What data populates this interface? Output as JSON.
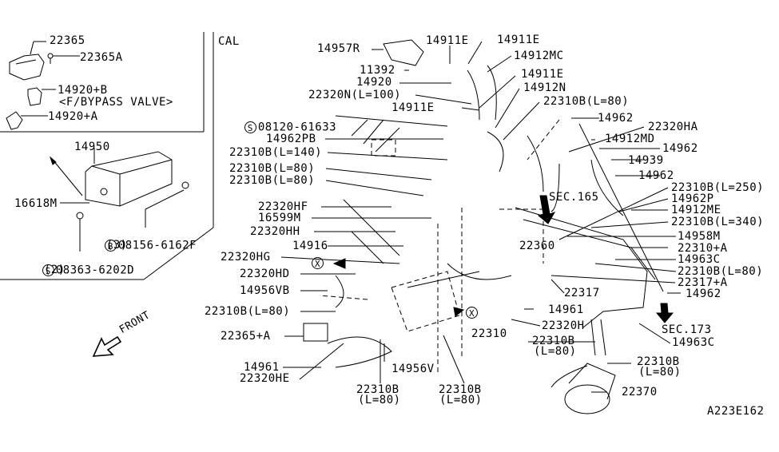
{
  "diagram": {
    "type": "exploded-parts-diagram",
    "subject": "Evaporative emission / vacuum hose piping",
    "variant_label": "CAL",
    "figure_code": "A223E162",
    "direction_label": "FRONT",
    "inset": {
      "parts": [
        {
          "id": "p-22365",
          "number": "22365"
        },
        {
          "id": "p-22365A",
          "number": "22365A"
        },
        {
          "id": "p-14920B",
          "number": "14920+B"
        },
        {
          "id": "p-14920B-note",
          "number": "<F/BYPASS VALVE>"
        },
        {
          "id": "p-14920A",
          "number": "14920+A"
        },
        {
          "id": "p-14950",
          "number": "14950"
        },
        {
          "id": "p-16618M",
          "number": "16618M"
        },
        {
          "id": "p-08156",
          "number": "08156-6162F",
          "symbol": "B",
          "qty": "(3)"
        },
        {
          "id": "p-08363",
          "number": "08363-6202D",
          "symbol": "S",
          "qty": "(2)"
        }
      ]
    },
    "main": {
      "parts": [
        {
          "id": "m-14957R",
          "number": "14957R"
        },
        {
          "id": "m-14911E-1",
          "number": "14911E"
        },
        {
          "id": "m-14911E-2",
          "number": "14911E"
        },
        {
          "id": "m-14912MC",
          "number": "14912MC"
        },
        {
          "id": "m-11392",
          "number": "11392"
        },
        {
          "id": "m-14911E-3",
          "number": "14911E"
        },
        {
          "id": "m-14920",
          "number": "14920"
        },
        {
          "id": "m-14912N",
          "number": "14912N"
        },
        {
          "id": "m-22320N",
          "number": "22320N(L=100)"
        },
        {
          "id": "m-22310B-80a",
          "number": "22310B(L=80)"
        },
        {
          "id": "m-14911E-4",
          "number": "14911E"
        },
        {
          "id": "m-08120",
          "number": "08120-61633",
          "symbol": "S"
        },
        {
          "id": "m-14962-1",
          "number": "14962"
        },
        {
          "id": "m-22320HA",
          "number": "22320HA"
        },
        {
          "id": "m-14962PB",
          "number": "14962PB"
        },
        {
          "id": "m-14912MD",
          "number": "14912MD"
        },
        {
          "id": "m-22310B-140",
          "number": "22310B(L=140)"
        },
        {
          "id": "m-14962-2",
          "number": "14962"
        },
        {
          "id": "m-14939",
          "number": "14939"
        },
        {
          "id": "m-22310B-80b",
          "number": "22310B(L=80)"
        },
        {
          "id": "m-22310B-80c",
          "number": "22310B(L=80)"
        },
        {
          "id": "m-14962-3",
          "number": "14962"
        },
        {
          "id": "m-22310B-250",
          "number": "22310B(L=250)"
        },
        {
          "id": "m-sec165",
          "number": "SEC.165"
        },
        {
          "id": "m-14962P",
          "number": "14962P"
        },
        {
          "id": "m-22320HF",
          "number": "22320HF"
        },
        {
          "id": "m-14912ME",
          "number": "14912ME"
        },
        {
          "id": "m-16599M",
          "number": "16599M"
        },
        {
          "id": "m-22310B-340",
          "number": "22310B(L=340)"
        },
        {
          "id": "m-22320HH",
          "number": "22320HH"
        },
        {
          "id": "m-22360",
          "number": "22360"
        },
        {
          "id": "m-14958M",
          "number": "14958M"
        },
        {
          "id": "m-14916",
          "number": "14916"
        },
        {
          "id": "m-22310A",
          "number": "22310+A"
        },
        {
          "id": "m-22320HG",
          "number": "22320HG"
        },
        {
          "id": "m-14963C-1",
          "number": "14963C"
        },
        {
          "id": "m-22310B-80d",
          "number": "22310B(L=80)"
        },
        {
          "id": "m-22320HD",
          "number": "22320HD"
        },
        {
          "id": "m-22317",
          "number": "22317"
        },
        {
          "id": "m-22317A",
          "number": "22317+A"
        },
        {
          "id": "m-14956VB",
          "number": "14956VB"
        },
        {
          "id": "m-14962-4",
          "number": "14962"
        },
        {
          "id": "m-22310B-80e",
          "number": "22310B(L=80)"
        },
        {
          "id": "m-14961-1",
          "number": "14961"
        },
        {
          "id": "m-22310",
          "number": "22310"
        },
        {
          "id": "m-22320H",
          "number": "22320H"
        },
        {
          "id": "m-sec173",
          "number": "SEC.173"
        },
        {
          "id": "m-22365A",
          "number": "22365+A"
        },
        {
          "id": "m-22310B-80f",
          "number": "22310B"
        },
        {
          "id": "m-22310B-80f-len",
          "number": "(L=80)"
        },
        {
          "id": "m-14963C-2",
          "number": "14963C"
        },
        {
          "id": "m-22310B-80g",
          "number": "22310B"
        },
        {
          "id": "m-22310B-80g-len",
          "number": "(L=80)"
        },
        {
          "id": "m-14961-2",
          "number": "14961"
        },
        {
          "id": "m-22320HE",
          "number": "22320HE"
        },
        {
          "id": "m-14956V",
          "number": "14956V"
        },
        {
          "id": "m-22310B-80h",
          "number": "22310B"
        },
        {
          "id": "m-22310B-80h-len",
          "number": "(L=80)"
        },
        {
          "id": "m-22310B-80i",
          "number": "22310B"
        },
        {
          "id": "m-22310B-80i-len",
          "number": "(L=80)"
        },
        {
          "id": "m-22370",
          "number": "22370"
        }
      ],
      "connector_marker": "X"
    }
  }
}
